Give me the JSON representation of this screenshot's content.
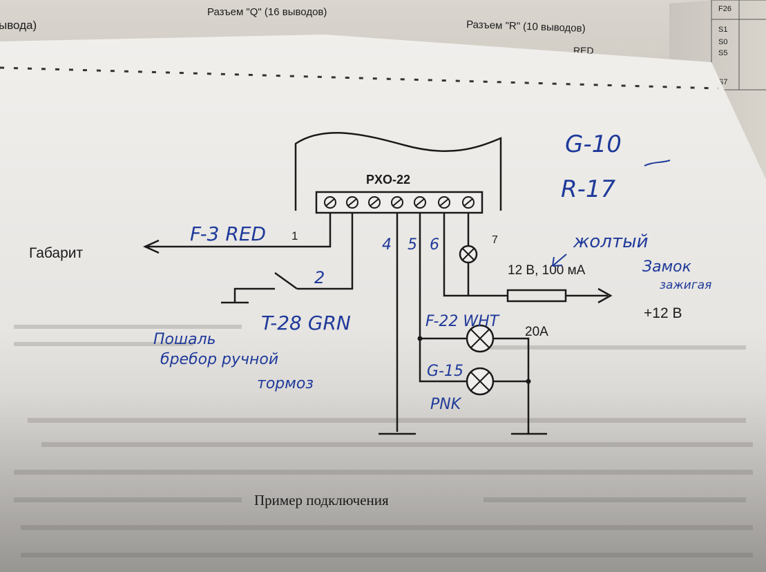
{
  "top_page": {
    "connector_q": "Разъем \"Q\" (16 выводов)",
    "connector_r": "Разъем \"R\" (10 выводов)",
    "red_label": "RED",
    "left_fragment": "ывода)",
    "right_codes": [
      "F26",
      "S1",
      "S0",
      "S5",
      "S7"
    ]
  },
  "diagram": {
    "device": "PXO-22",
    "terminal_numbers": [
      "1",
      "2",
      "4",
      "5",
      "6",
      "7"
    ],
    "left_output": "Габарит",
    "rating_lamp": "12 В, 100 мА",
    "power": "+12 В",
    "fuse": "20А",
    "caption": "Пример подключения"
  },
  "handwritten": {
    "g10": "G-10",
    "r17": "R-17",
    "f3": "F-3 RED",
    "t28": "T-28 GRN",
    "signal_label_lines": [
      "Пошаль",
      "бребор ручной",
      "тормоз"
    ],
    "yellow": "жолтый",
    "lock_lines": [
      "Замок",
      "зажигая"
    ],
    "f22": "F-22 WHT",
    "g15": "G-15",
    "pnk": "PNK"
  },
  "colors": {
    "ink": "#1f3a9a",
    "print": "#1a1a1a",
    "paper": "#ebe9e6"
  }
}
